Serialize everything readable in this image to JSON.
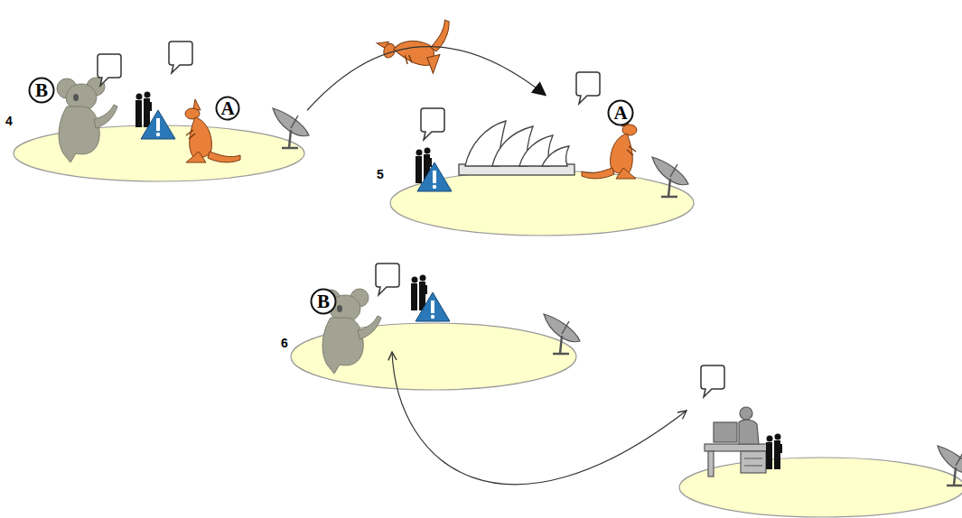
{
  "diagram": {
    "nodes": [
      {
        "text": [
          "4"
        ]
      },
      {
        "text": [
          "B"
        ],
        "in": 0
      },
      {
        "text": [
          "A"
        ],
        "in": 0
      },
      {
        "text": [
          "5"
        ]
      },
      {
        "text": [
          "A"
        ],
        "in": 3
      },
      {
        "text": [
          "6"
        ]
      },
      {
        "text": [
          "B"
        ],
        "in": 5
      }
    ],
    "edges": [
      {
        "from": 0,
        "to": 3,
        "arrow": "to"
      }
    ]
  }
}
